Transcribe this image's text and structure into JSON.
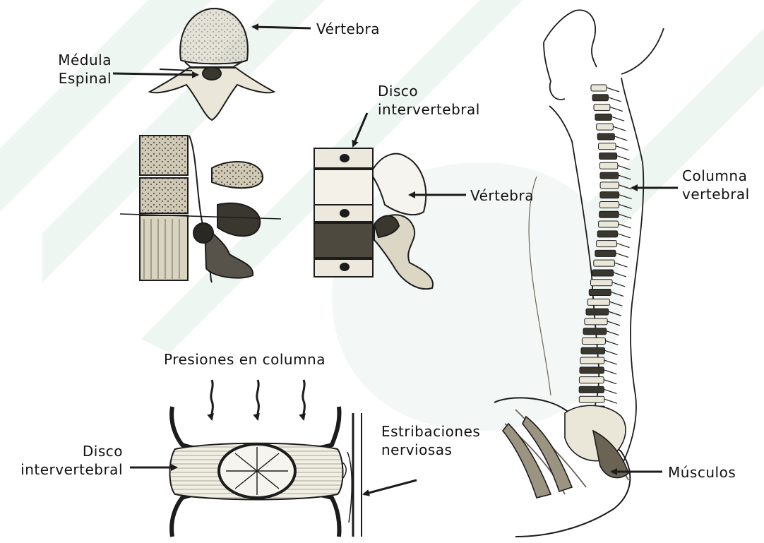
{
  "background_color": "#ffffff",
  "watermark_color": "#e8f3ef",
  "ink_color": "#1c1c1c",
  "bone_color": "#e9e6da",
  "labels": {
    "vertebra_top": "Vértebra",
    "medula": [
      "Médula",
      "Espinal"
    ],
    "disco_mid": [
      "Disco",
      "intervertebral"
    ],
    "vertebra_mid": "Vértebra",
    "columna": [
      "Columna",
      "vertebral"
    ],
    "presiones": "Presiones en columna",
    "disco_bottom": [
      "Disco",
      "intervertebral"
    ],
    "estribaciones": [
      "Estribaciones",
      "nerviosas"
    ],
    "musculos": "Músculos"
  }
}
